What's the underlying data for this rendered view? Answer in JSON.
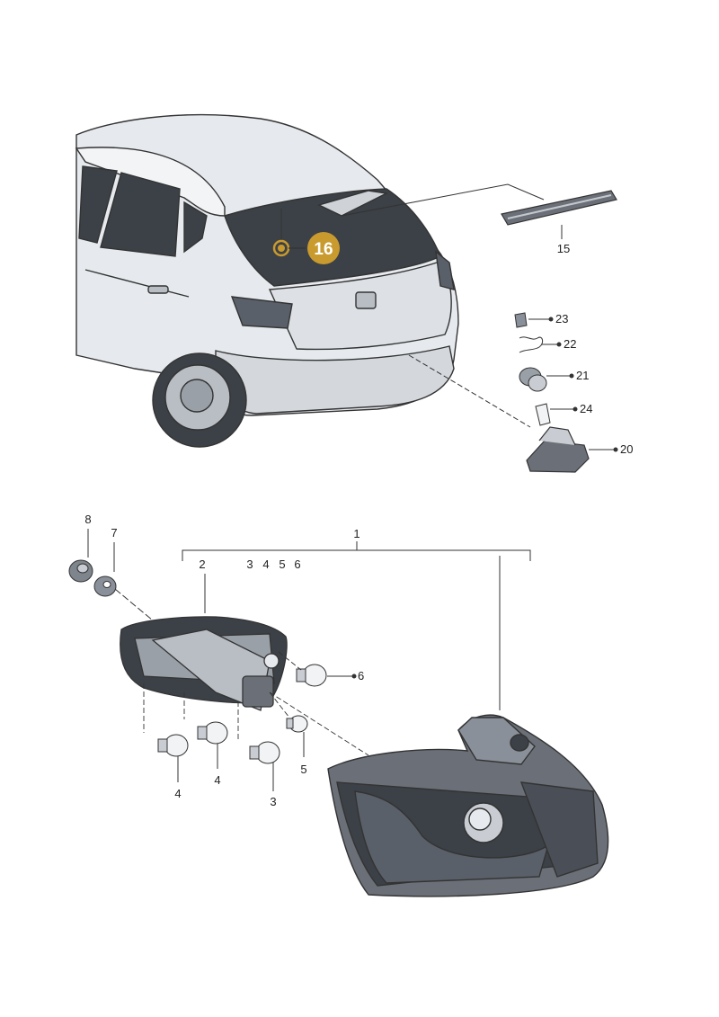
{
  "highlight": {
    "label": "16",
    "color": "#c99a2e"
  },
  "callouts": {
    "p1": "1",
    "p2": "2",
    "p3a": "3",
    "p3b": "3",
    "p4a": "4",
    "p4b": "4",
    "p4c": "4",
    "p5a": "5",
    "p5b": "5",
    "p6a": "6",
    "p6b": "6",
    "p7": "7",
    "p8": "8",
    "p15": "15",
    "p20": "20",
    "p21": "21",
    "p22": "22",
    "p23": "23",
    "p24": "24"
  },
  "colors": {
    "line": "#333333",
    "body": "#e6e9ed",
    "glass": "#3c4147",
    "shade": "#b9bec5",
    "lamp": "#5a6069"
  }
}
